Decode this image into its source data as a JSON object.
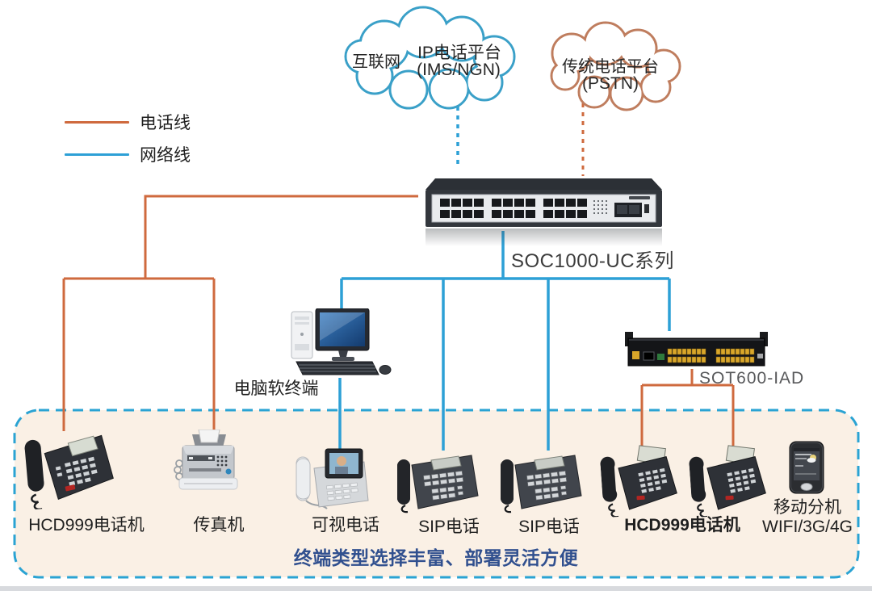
{
  "legend": {
    "phone_line": {
      "label": "电话线",
      "color": "#cf6a3e"
    },
    "network_line": {
      "label": "网络线",
      "color": "#2da0d6"
    }
  },
  "clouds": {
    "internet": {
      "name": "互联网",
      "title": "IP电话平台",
      "subtitle": "(IMS/NGN)",
      "outline_color": "#3aa0c8"
    },
    "pstn": {
      "title": "传统电话平台",
      "subtitle": "(PSTN)",
      "outline_color": "#bf7d5e"
    }
  },
  "core": {
    "switch_label": "SOC1000-UC系列",
    "softphone_label": "电脑软终端",
    "iad_label": "SOT600-IAD"
  },
  "terminals": {
    "hcd999_left": "HCD999电话机",
    "fax": "传真机",
    "video_phone": "可视电话",
    "sip_phone_1": "SIP电话",
    "sip_phone_2": "SIP电话",
    "hcd999_right": "HCD999电话机",
    "mobile_line1": "移动分机",
    "mobile_line2": "WIFI/3G/4G"
  },
  "footer": {
    "caption": "终端类型选择丰富、部署灵活方便",
    "color": "#31508f"
  },
  "colors": {
    "phone_line": "#cf6a3e",
    "network_line": "#2da0d6",
    "boundary": "#2aa3d3",
    "boundary_fill": "#faf0e5"
  }
}
